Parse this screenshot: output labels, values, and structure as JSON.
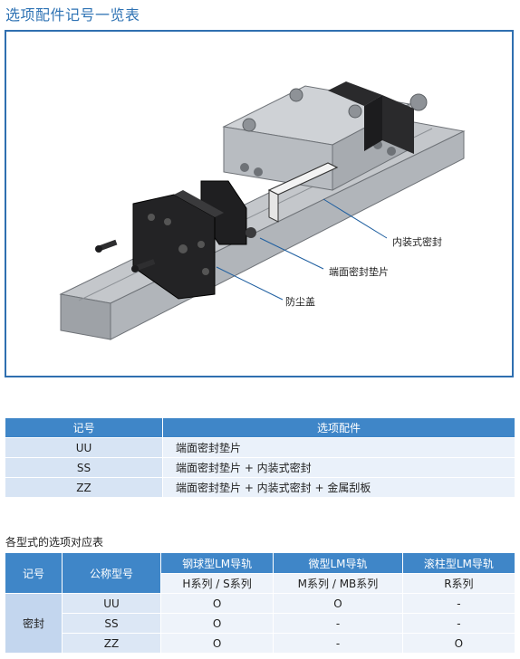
{
  "page_title": "选项配件记号一览表",
  "figure": {
    "labels": {
      "inner_seal": "内装式密封",
      "end_seal": "端面密封垫片",
      "dust_cover": "防尘盖"
    }
  },
  "table1": {
    "headers": [
      "记号",
      "选项配件"
    ],
    "rows": [
      {
        "code": "UU",
        "desc": "端面密封垫片"
      },
      {
        "code": "SS",
        "desc": "端面密封垫片 + 内装式密封"
      },
      {
        "code": "ZZ",
        "desc": "端面密封垫片 + 内装式密封 + 金属刮板"
      }
    ]
  },
  "table2": {
    "caption": "各型式的选项对应表",
    "col_mark": "记号",
    "col_model": "公称型号",
    "groups": [
      {
        "name": "钢球型LM导轨",
        "series": "H系列 / S系列"
      },
      {
        "name": "微型LM导轨",
        "series": "M系列 / MB系列"
      },
      {
        "name": "滚柱型LM导轨",
        "series": "R系列"
      }
    ],
    "row_label": "密封",
    "rows": [
      {
        "code": "UU",
        "vals": [
          "O",
          "O",
          "-"
        ]
      },
      {
        "code": "SS",
        "vals": [
          "O",
          "-",
          "-"
        ]
      },
      {
        "code": "ZZ",
        "vals": [
          "O",
          "-",
          "O"
        ]
      }
    ]
  }
}
